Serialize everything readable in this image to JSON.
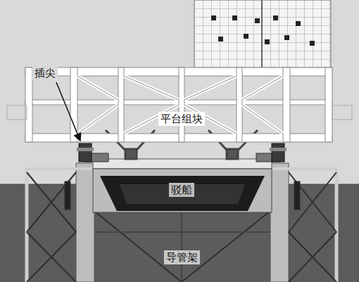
{
  "diagram": {
    "labels": [
      "插尖",
      "平台组块",
      "驳船",
      "导管架"
    ]
  }
}
